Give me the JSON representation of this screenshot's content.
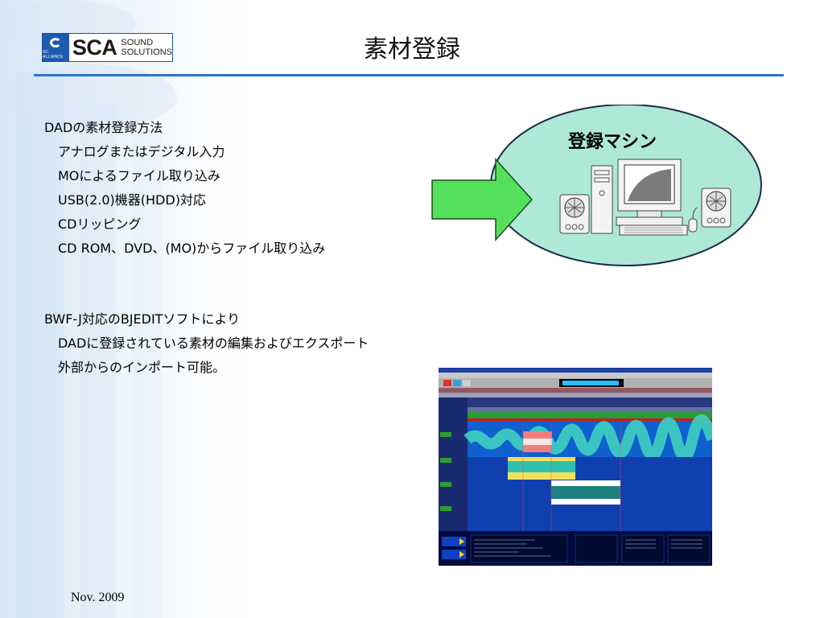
{
  "slide": {
    "title": "素材登録",
    "logo": {
      "brand": "SCA",
      "words": [
        "SOUND",
        "SOLUTIONS"
      ],
      "sub": "SC ALLIANCE"
    },
    "block1": {
      "heading": "DADの素材登録方法",
      "items": [
        "アナログまたはデジタル入力",
        "MOによるファイル取り込み",
        "USB(2.0)機器(HDD)対応",
        "CDリッピング",
        "CD ROM、DVD、(MO)からファイル取り込み"
      ]
    },
    "block2": {
      "heading": "BWF-J対応のBJEDITソフトにより",
      "items": [
        "DADに登録されている素材の編集およびエクスポート",
        "外部からのインポート可能。"
      ]
    },
    "diagram_label": "登録マシン",
    "footer": "Nov. 2009"
  },
  "colors": {
    "rule": "#2c73cf",
    "ellipse": "#aee9d8",
    "arrow": "#55e05c",
    "logo_blue": "#1c5bb0"
  }
}
